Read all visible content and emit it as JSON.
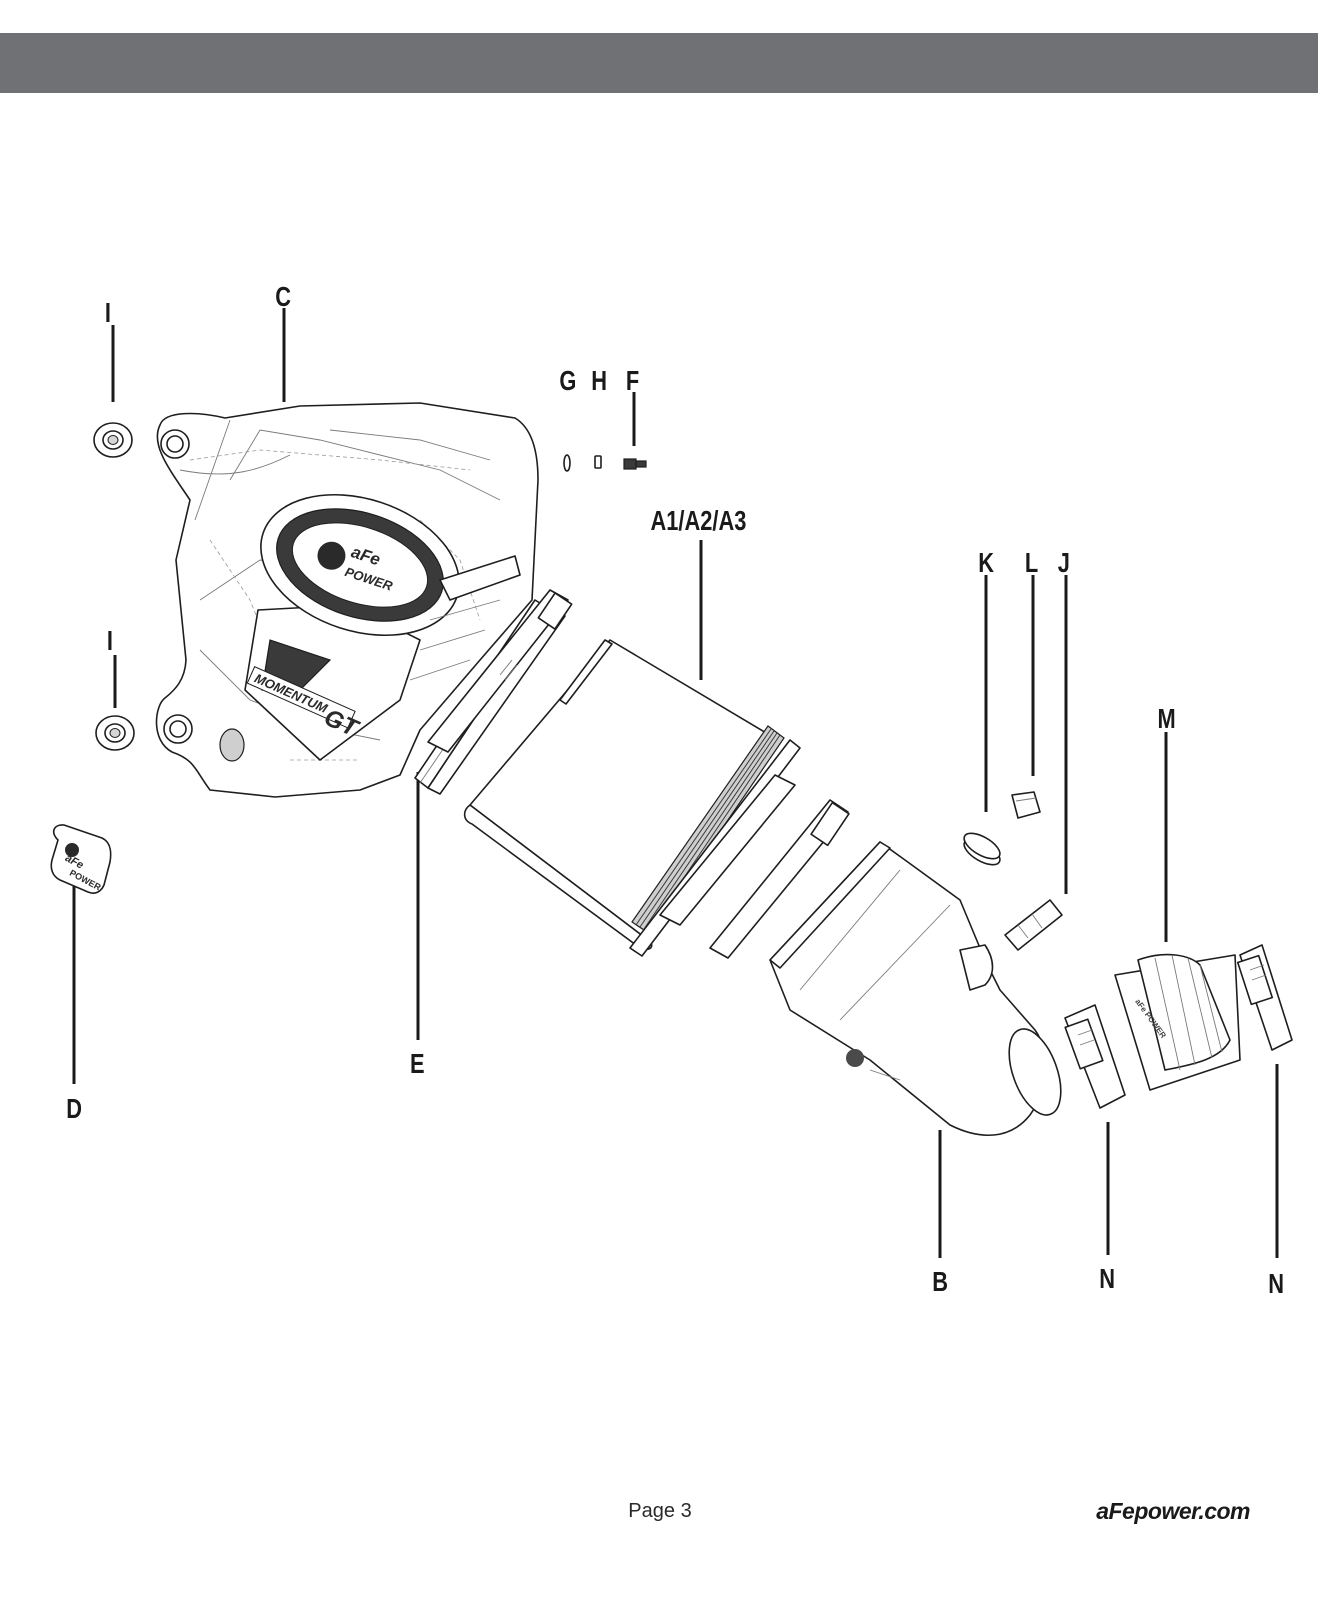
{
  "header": {
    "bar_color": "#707174"
  },
  "callouts": [
    {
      "id": "I-top",
      "label": "I"
    },
    {
      "id": "C",
      "label": "C"
    },
    {
      "id": "G",
      "label": "G"
    },
    {
      "id": "H",
      "label": "H"
    },
    {
      "id": "F",
      "label": "F"
    },
    {
      "id": "A",
      "label": "A1/A2/A3"
    },
    {
      "id": "K",
      "label": "K"
    },
    {
      "id": "L",
      "label": "L"
    },
    {
      "id": "J",
      "label": "J"
    },
    {
      "id": "I-bottom",
      "label": "I"
    },
    {
      "id": "M",
      "label": "M"
    },
    {
      "id": "E",
      "label": "E"
    },
    {
      "id": "D",
      "label": "D"
    },
    {
      "id": "B",
      "label": "B"
    },
    {
      "id": "N-left",
      "label": "N"
    },
    {
      "id": "N-right",
      "label": "N"
    }
  ],
  "footer": {
    "page": "Page 3",
    "website": "aFepower.com"
  }
}
